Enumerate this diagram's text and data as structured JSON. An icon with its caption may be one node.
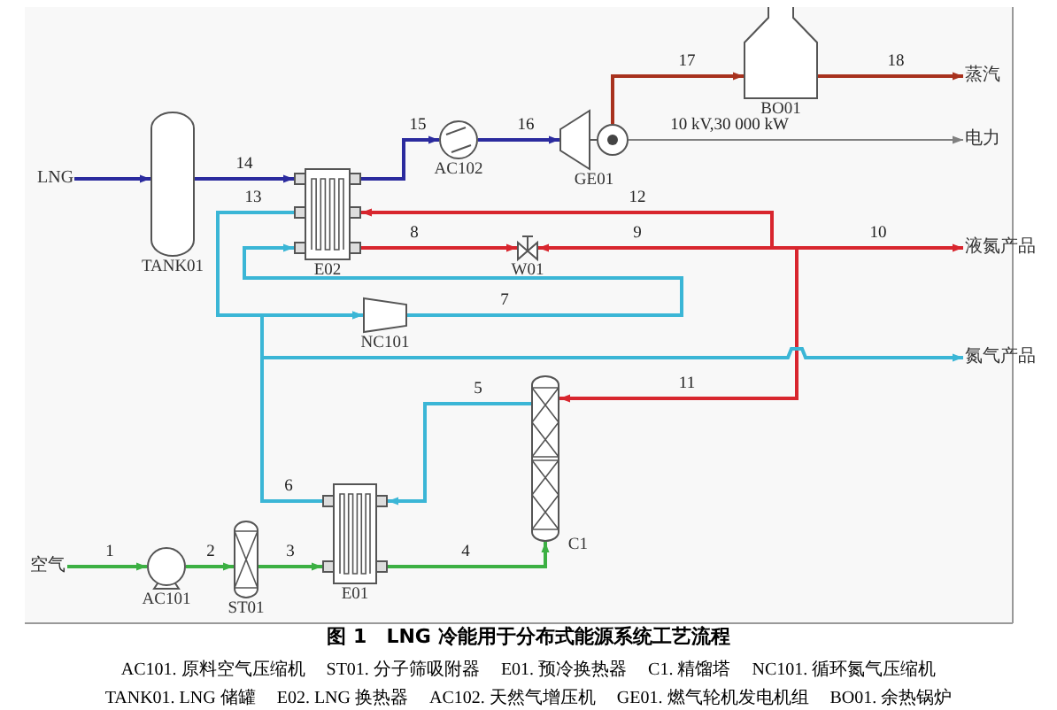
{
  "diagram": {
    "caption": "图 1　LNG 冷能用于分布式能源系统工艺流程",
    "nodes": [
      {
        "text": [
          "LNG"
        ]
      },
      {
        "text": [
          "TANK01"
        ]
      },
      {
        "text": [
          "E02"
        ]
      },
      {
        "text": [
          "AC102"
        ]
      },
      {
        "text": [
          "GE01"
        ]
      },
      {
        "text": [
          "BO01"
        ]
      },
      {
        "text": [
          "蒸汽"
        ]
      },
      {
        "text": [
          "电力"
        ]
      },
      {
        "text": [
          "W01"
        ]
      },
      {
        "text": [
          "液氮产品"
        ]
      },
      {
        "text": [
          "NC101"
        ]
      },
      {
        "text": [
          "氮气产品"
        ]
      },
      {
        "text": [
          "C1"
        ]
      },
      {
        "text": [
          "E01"
        ]
      },
      {
        "text": [
          "ST01"
        ]
      },
      {
        "text": [
          "AC101"
        ]
      },
      {
        "text": [
          "空气"
        ]
      }
    ],
    "edges": [
      {
        "from": 0,
        "to": 1,
        "arrow": "to",
        "color": "#2b2b9e"
      },
      {
        "from": 1,
        "to": 2,
        "arrow": "to",
        "label": "14",
        "color": "#2b2b9e"
      },
      {
        "from": 2,
        "to": 3,
        "arrow": "to",
        "label": "15",
        "color": "#2b2b9e"
      },
      {
        "from": 3,
        "to": 4,
        "arrow": "to",
        "label": "16",
        "color": "#2b2b9e"
      },
      {
        "from": 4,
        "to": 5,
        "arrow": "to",
        "label": "17",
        "color": "#a8321e"
      },
      {
        "from": 5,
        "to": 6,
        "arrow": "to",
        "label": "18",
        "color": "#a8321e"
      },
      {
        "from": 4,
        "to": 7,
        "arrow": "to",
        "label": "10 kV,30 000 kW",
        "color": "#808080"
      },
      {
        "from": null,
        "to": 2,
        "arrow": "to",
        "label": "12",
        "color": "#d8262e"
      },
      {
        "from": 2,
        "to": 8,
        "arrow": "to",
        "label": "8",
        "color": "#d8262e"
      },
      {
        "from": null,
        "to": 8,
        "arrow": "to",
        "label": "9",
        "color": "#d8262e"
      },
      {
        "from": null,
        "to": 9,
        "arrow": "to",
        "label": "10",
        "color": "#d8262e"
      },
      {
        "from": null,
        "to": 12,
        "arrow": "to",
        "label": "11",
        "color": "#d8262e"
      },
      {
        "from": 2,
        "to": 10,
        "arrow": "to",
        "label": "13",
        "color": "#3bb6d6"
      },
      {
        "from": 10,
        "to": 2,
        "arrow": "to",
        "label": "7",
        "color": "#3bb6d6"
      },
      {
        "from": 13,
        "to": 10,
        "arrow": "to",
        "label": "6",
        "color": "#3bb6d6"
      },
      {
        "from": 13,
        "to": 11,
        "arrow": "to",
        "color": "#3bb6d6"
      },
      {
        "from": 12,
        "to": 13,
        "arrow": "to",
        "label": "5",
        "color": "#3bb6d6"
      },
      {
        "from": 13,
        "to": 12,
        "arrow": "to",
        "label": "4",
        "color": "#3cb043"
      },
      {
        "from": 14,
        "to": 13,
        "arrow": "to",
        "label": "3",
        "color": "#3cb043"
      },
      {
        "from": 15,
        "to": 14,
        "arrow": "to",
        "label": "2",
        "color": "#3cb043"
      },
      {
        "from": 16,
        "to": 15,
        "arrow": "to",
        "label": "1",
        "color": "#3cb043"
      }
    ],
    "labels": [
      "AC101. 原料空气压缩机",
      "ST01. 分子筛吸附器",
      "E01. 预冷换热器",
      "C1. 精馏塔",
      "NC101. 循环氮气压缩机",
      "TANK01. LNG 储罐",
      "E02. LNG 换热器",
      "AC102. 天然气增压机",
      "GE01. 燃气轮机发电机组",
      "BO01. 余热锅炉"
    ]
  }
}
